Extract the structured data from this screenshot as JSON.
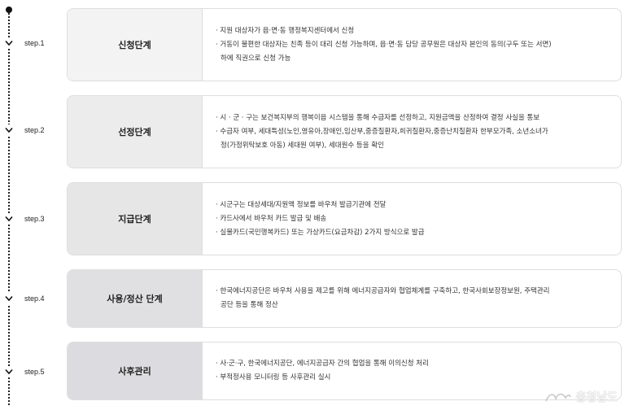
{
  "steps": [
    {
      "label": "step.1",
      "title": "신청단계",
      "title_bg": "#f3f3f3",
      "lines": [
        {
          "text": "· 지원 대상자가 읍·면·동 행정복지센터에서 신청"
        },
        {
          "text": "· 거동이 불편한 대상자는 친족 등이 대리 신청 가능하며, 읍·면·동 담당 공무원은 대상자 본인의 동의(구두 또는 서면)"
        },
        {
          "text": "하에 직권으로 신청 가능"
        }
      ]
    },
    {
      "label": "step.2",
      "title": "선정단계",
      "title_bg": "#ececec",
      "lines": [
        {
          "text": "· 시 · 군 · 구는 보건복지부의 행복이음 시스템을 통해 수급자를 선정하고, 지원금액을 산정하여 결정 사실을 통보"
        },
        {
          "text": "· 수급자 여부, 세대특성(노인,영유아,장애인,임산부,중증질환자,희귀질환자,중증난치질환자 한부모가족, 소년소녀가"
        },
        {
          "text": "정(가정위탁보호 아동) 세대원 여부), 세대원수 등을 확인"
        }
      ]
    },
    {
      "label": "step.3",
      "title": "지급단계",
      "title_bg": "#e6e6e6",
      "lines": [
        {
          "text": "· 시군구는 대상세대/지원액 정보를 바우처 발급기관에 전달"
        },
        {
          "text": "· 카드사에서 바우처 카드 발급 및 배송"
        },
        {
          "text": "· 실물카드(국민행복카드) 또는 가상카드(요금차감) 2가지 방식으로 발급"
        }
      ]
    },
    {
      "label": "step.4",
      "title": "사용/정산 단계",
      "title_bg": "#e0e0e3",
      "lines": [
        {
          "text": "· 한국에너지공단은 바우처 사용을 제고를 위해 에너지공급자와 협업체계를 구축하고, 한국사회보장정보원, 주택관리"
        },
        {
          "text": "공단 등을 통해 정산"
        }
      ]
    },
    {
      "label": "step.5",
      "title": "사후관리",
      "title_bg": "#dcdce0",
      "lines": [
        {
          "text": "· 사·군·구, 한국에너지공단, 에너지공급자 간의 협업을 통해 이의신청 처리"
        },
        {
          "text": "· 부적정사용 모니터링 등 사후관리 실시"
        }
      ]
    }
  ],
  "watermark": {
    "text": "충청남도"
  }
}
